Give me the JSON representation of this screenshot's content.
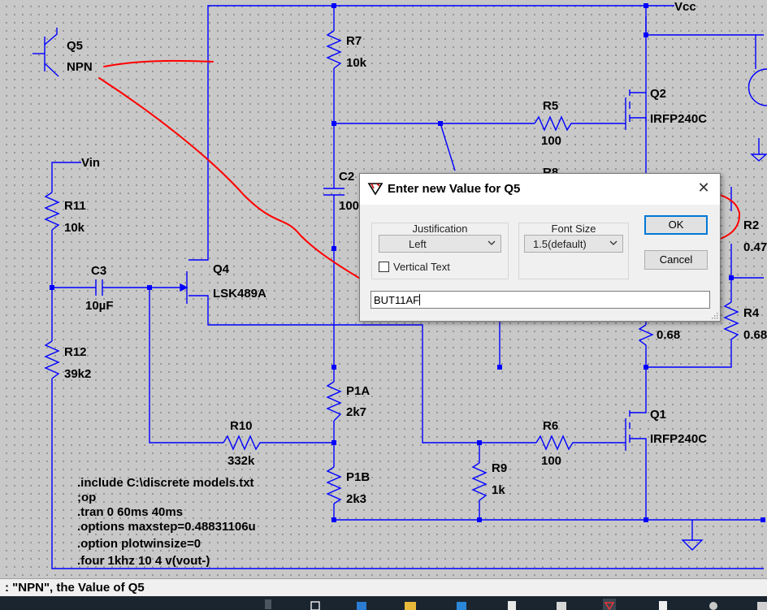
{
  "components": {
    "q5": {
      "name": "Q5",
      "value": "NPN"
    },
    "q4": {
      "name": "Q4",
      "value": "LSK489A"
    },
    "q2": {
      "name": "Q2",
      "value": "IRFP240C"
    },
    "q1": {
      "name": "Q1",
      "value": "IRFP240C"
    },
    "r7": {
      "name": "R7",
      "value": "10k"
    },
    "r5": {
      "name": "R5",
      "value": "100"
    },
    "r8": {
      "name": "R8"
    },
    "r11": {
      "name": "R11",
      "value": "10k"
    },
    "r12": {
      "name": "R12",
      "value": "39k2"
    },
    "r10": {
      "name": "R10",
      "value": "332k"
    },
    "r6": {
      "name": "R6",
      "value": "100"
    },
    "r9": {
      "name": "R9",
      "value": "1k"
    },
    "r2": {
      "name": "R2",
      "value": "0.47"
    },
    "r4": {
      "name": "R4",
      "value": "0.68"
    },
    "r3_value": "0.68",
    "c2": {
      "name": "C2",
      "value": "100"
    },
    "c3": {
      "name": "C3",
      "value": "10µF"
    },
    "p1a": {
      "name": "P1A",
      "value": "2k7"
    },
    "p1b": {
      "name": "P1B",
      "value": "2k3"
    }
  },
  "nets": {
    "vcc": "Vcc",
    "vin": "Vin"
  },
  "directives": [
    ".include C:\\discrete models.txt",
    ";op",
    ".tran 0 60ms 40ms",
    ".options maxstep=0.48831106u",
    ".option plotwinsize=0",
    ".four 1khz 10 4 v(vout-)"
  ],
  "dialog": {
    "title": "Enter new Value for Q5",
    "justification_label": "Justification",
    "justification_value": "Left",
    "font_size_label": "Font Size",
    "font_size_value": "1.5(default)",
    "vertical_text_label": "Vertical Text",
    "vertical_text_checked": false,
    "ok_label": "OK",
    "cancel_label": "Cancel",
    "value_input": "BUT11AF"
  },
  "status_bar": {
    "text": ": \"NPN\", the Value of Q5"
  },
  "colors": {
    "wire": "#0000ff",
    "annotation": "#ff0000",
    "canvas": "#c8c8c8",
    "accent": "#0078d7"
  }
}
